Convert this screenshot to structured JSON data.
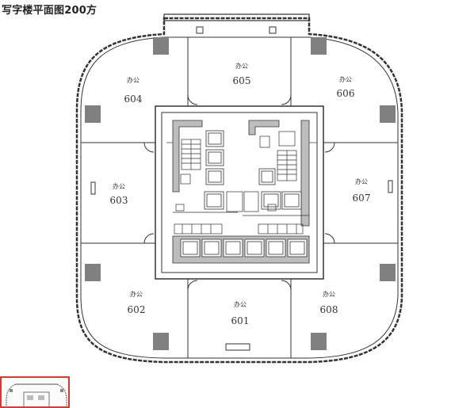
{
  "page": {
    "title": "写字楼平面图200方"
  },
  "colors": {
    "line": "#333333",
    "core_fill": "#bdbdbd",
    "column_fill": "#808080",
    "thumb_border": "#d9382e"
  },
  "rooms": [
    {
      "id": "604",
      "type": "办公",
      "number": "604"
    },
    {
      "id": "605",
      "type": "办公",
      "number": "605"
    },
    {
      "id": "606",
      "type": "办公",
      "number": "606"
    },
    {
      "id": "603",
      "type": "办公",
      "number": "603"
    },
    {
      "id": "607",
      "type": "办公",
      "number": "607"
    },
    {
      "id": "602",
      "type": "办公",
      "number": "602"
    },
    {
      "id": "601",
      "type": "办公",
      "number": "601"
    },
    {
      "id": "608",
      "type": "办公",
      "number": "608"
    }
  ]
}
